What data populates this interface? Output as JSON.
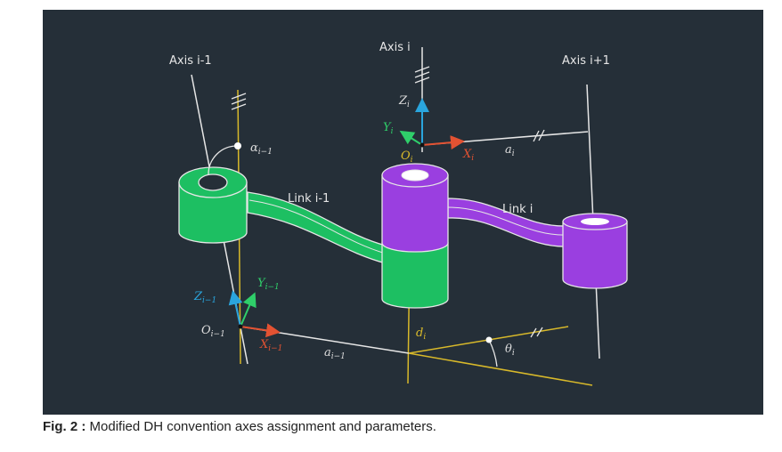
{
  "diagram": {
    "axes": {
      "axis_prev": "Axis i-1",
      "axis_curr": "Axis i",
      "axis_next": "Axis i+1"
    },
    "links": {
      "link_prev": "Link i-1",
      "link_curr": "Link i"
    },
    "params": {
      "alpha": "α",
      "alpha_sub": "i−1",
      "d": "d",
      "d_sub": "i",
      "theta": "θ",
      "theta_sub": "i",
      "a_prev": "a",
      "a_prev_sub": "i−1",
      "a_curr": "a",
      "a_curr_sub": "i"
    },
    "frames": {
      "O_prev": "O",
      "O_prev_sub": "i−1",
      "X_prev": "X",
      "X_prev_sub": "i−1",
      "Y_prev": "Y",
      "Y_prev_sub": "i−1",
      "Z_prev": "Z",
      "Z_prev_sub": "i−1",
      "O_curr": "O",
      "O_curr_sub": "i",
      "X_curr": "X",
      "X_curr_sub": "i",
      "Y_curr": "Y",
      "Y_curr_sub": "i",
      "Z_curr": "Z",
      "Z_curr_sub": "i"
    },
    "colors": {
      "background": "#252f38",
      "axis_line": "#d8b92a",
      "x_axis": "#e35232",
      "y_axis": "#2fcf6a",
      "z_axis": "#2aa5dd",
      "green_body": "#1dbf62",
      "purple_body": "#9a3fe0"
    }
  },
  "caption": {
    "label": "Fig. 2 :",
    "text": " Modified DH convention axes assignment and parameters."
  }
}
